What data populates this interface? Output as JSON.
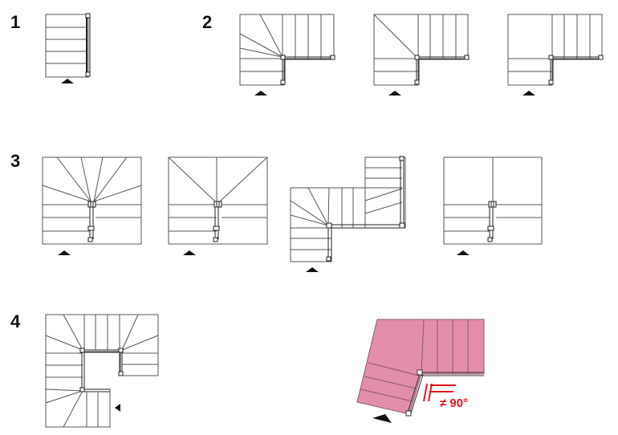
{
  "section_labels": [
    "1",
    "2",
    "3",
    "4"
  ],
  "angle_note": "≠ 90°",
  "colors": {
    "line": "#555555",
    "dark": "#222222",
    "highlight_fill": "#e38ea8",
    "highlight_stroke": "#8a5a66",
    "note": "#e8141c"
  }
}
